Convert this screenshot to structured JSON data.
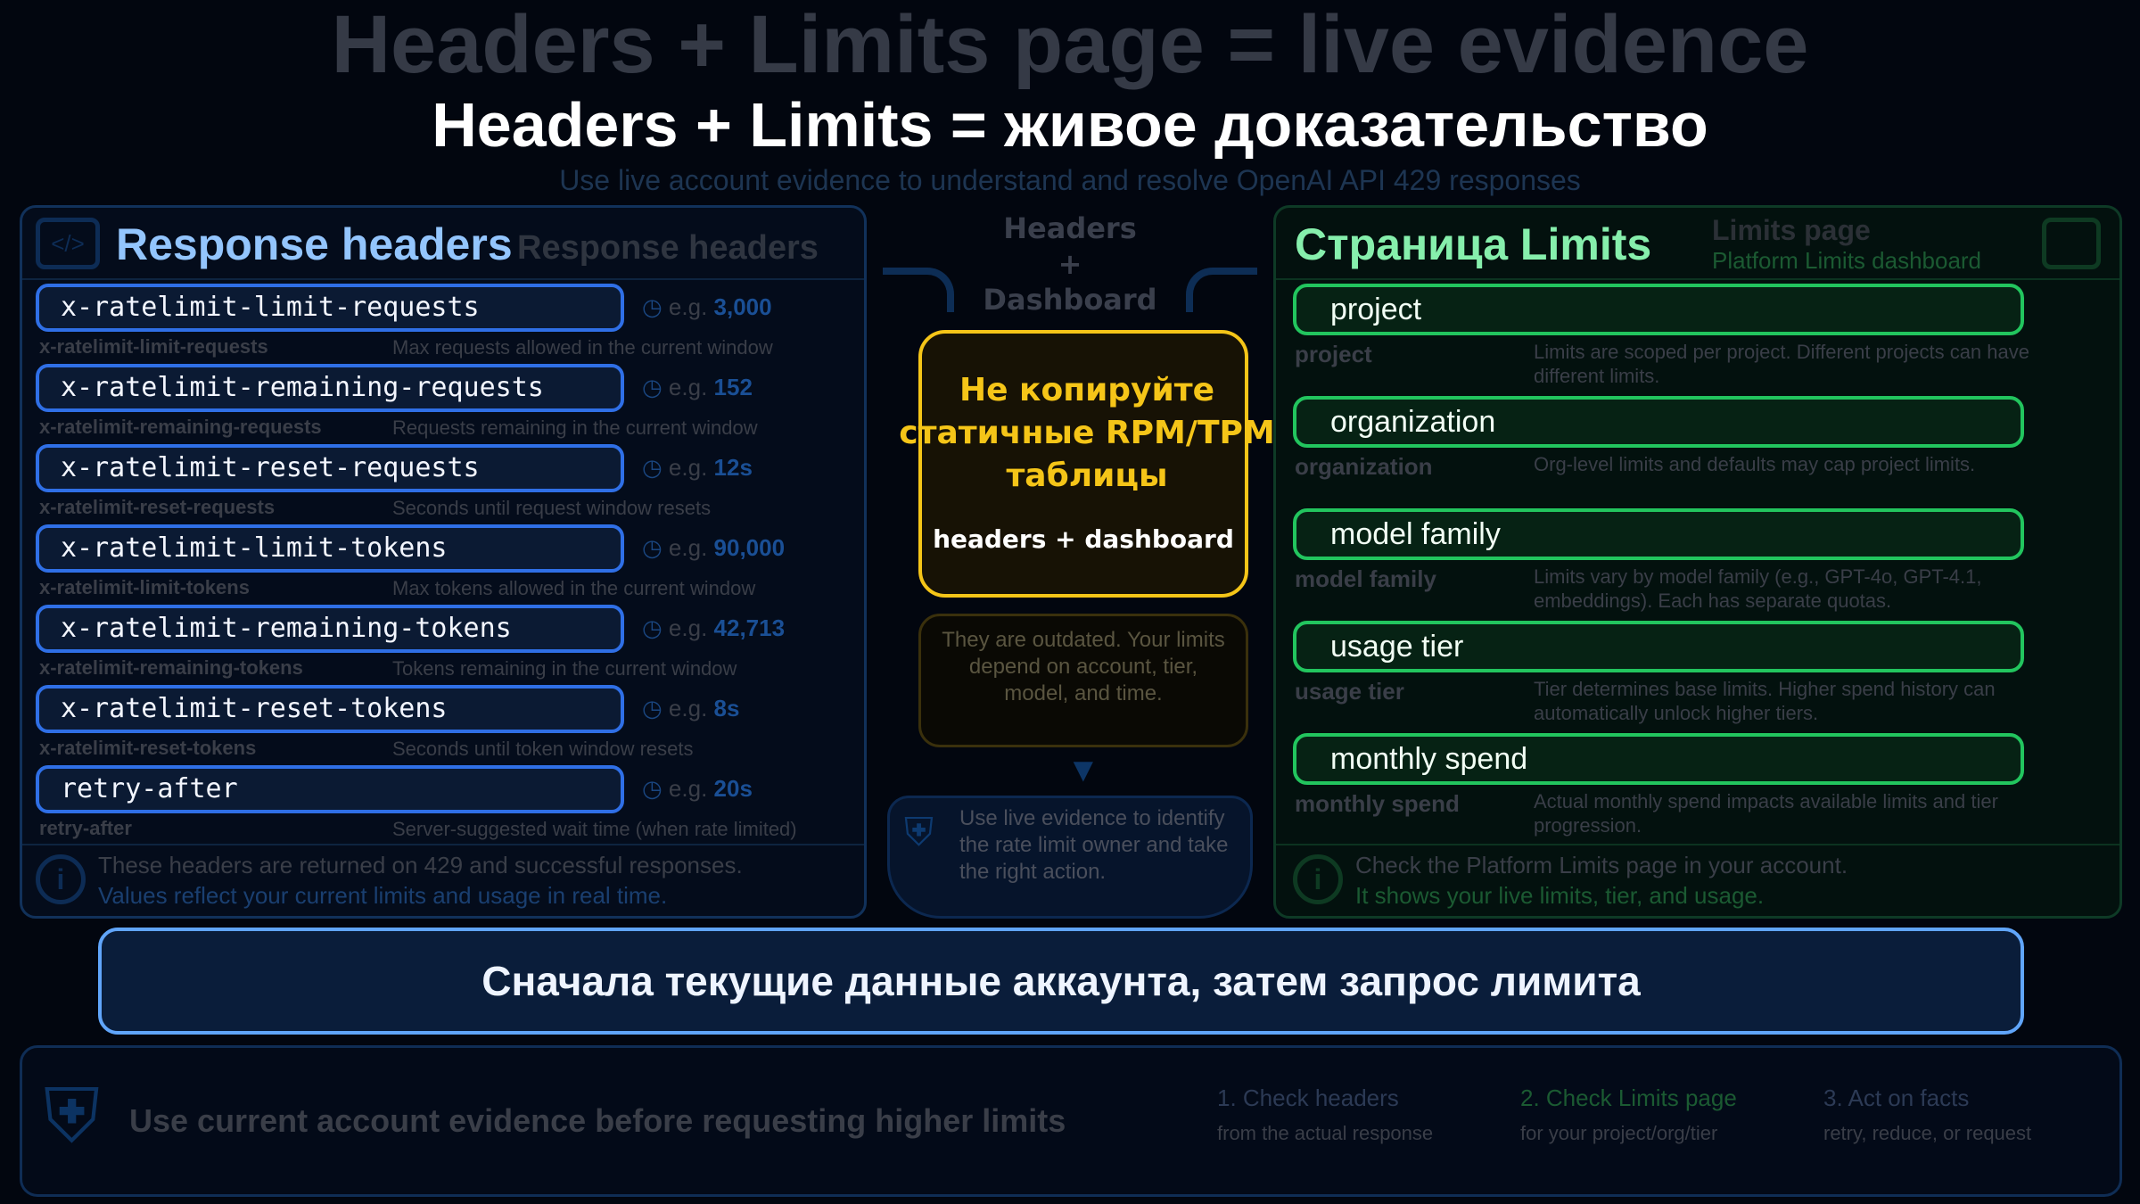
{
  "background": {
    "title": "Headers + Limits page = live evidence",
    "subtitle": "Use live account evidence to understand and resolve OpenAI API 429 responses",
    "left_title": "Response headers",
    "rows": [
      {
        "name": "x-ratelimit-limit-requests",
        "desc": "Max requests allowed in the current window",
        "example": "e.g.",
        "value": "3,000"
      },
      {
        "name": "x-ratelimit-remaining-requests",
        "desc": "Requests remaining in the current window",
        "example": "e.g.",
        "value": "152"
      },
      {
        "name": "x-ratelimit-reset-requests",
        "desc": "Seconds until request window resets",
        "example": "e.g.",
        "value": "12s"
      },
      {
        "name": "x-ratelimit-limit-tokens",
        "desc": "Max tokens allowed in the current window",
        "example": "e.g.",
        "value": "90,000"
      },
      {
        "name": "x-ratelimit-remaining-tokens",
        "desc": "Tokens remaining in the current window",
        "example": "e.g.",
        "value": "42,713"
      },
      {
        "name": "x-ratelimit-reset-tokens",
        "desc": "Seconds until token window resets",
        "example": "e.g.",
        "value": "8s"
      },
      {
        "name": "retry-after",
        "desc": "Server-suggested wait time (when rate limited)",
        "example": "e.g.",
        "value": "20s"
      }
    ],
    "left_info_1": "These headers are returned on 429 and successful responses.",
    "left_info_2": "Values reflect your current limits and usage in real time.",
    "center_1": "Headers",
    "center_plus": "+",
    "center_2": "Dashboard",
    "center_note": "They are outdated. Your limits depend on account, tier, model, and time.",
    "shield_text": "Use live evidence to identify the rate limit owner and take the right action.",
    "right_title": "Limits page",
    "right_subtitle": "Platform Limits dashboard",
    "right_rows": [
      {
        "name": "project",
        "desc": "Limits are scoped per project. Different projects can have different limits."
      },
      {
        "name": "organization",
        "desc": "Org-level limits and defaults may cap project limits."
      },
      {
        "name": "model family",
        "desc": "Limits vary by model family (e.g., GPT-4o, GPT-4.1, embeddings). Each has separate quotas."
      },
      {
        "name": "usage tier",
        "desc": "Tier determines base limits. Higher spend history can automatically unlock higher tiers."
      },
      {
        "name": "monthly spend",
        "desc": "Actual monthly spend impacts available limits and tier progression."
      }
    ],
    "right_info_1": "Check the Platform Limits page in your account.",
    "right_info_2": "It shows your live limits, tier, and usage.",
    "bottom_main": "Use current account evidence before requesting higher limits",
    "steps": [
      {
        "title": "1. Check headers",
        "sub": "from the actual response"
      },
      {
        "title": "2. Check Limits page",
        "sub": "for your project/org/tier"
      },
      {
        "title": "3. Act on facts",
        "sub": "retry, reduce, or request"
      }
    ]
  },
  "title": "Headers + Limits = живое доказательство",
  "left_panel": {
    "title": "Response headers",
    "headers": [
      "x-ratelimit-limit-requests",
      "x-ratelimit-remaining-requests",
      "x-ratelimit-reset-requests",
      "x-ratelimit-limit-tokens",
      "x-ratelimit-remaining-tokens",
      "x-ratelimit-reset-tokens",
      "retry-after"
    ]
  },
  "right_panel": {
    "title": "Страница Limits",
    "items": [
      "project",
      "organization",
      "model family",
      "usage tier",
      "monthly spend"
    ]
  },
  "warning": {
    "text": "Не копируйте статичные RPM/TPM таблицы",
    "sub": "headers + dashboard"
  },
  "banner": "Сначала текущие данные аккаунта, затем запрос лимита",
  "colors": {
    "blue": "#2f6fe6",
    "green": "#22c55e",
    "yellow": "#f5c518",
    "banner_border": "#60a5fa"
  }
}
